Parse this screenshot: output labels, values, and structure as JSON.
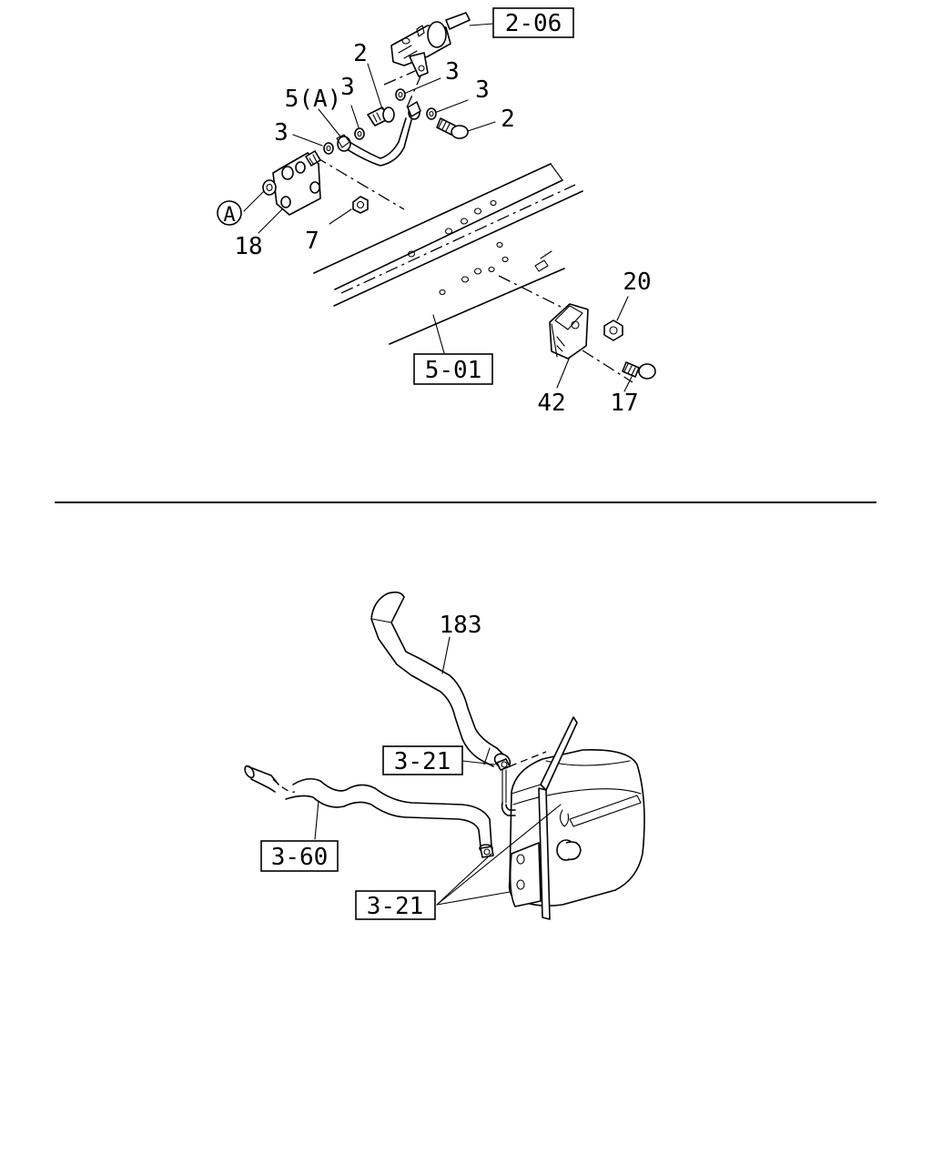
{
  "top_diagram": {
    "callouts": {
      "ref_2_06": "2-06",
      "ref_5_01": "5-01",
      "c_2_top": "2",
      "c_3_a": "3",
      "c_3_b": "3",
      "c_3_c": "3",
      "c_2_right": "2",
      "c_5a": "5(A)",
      "c_3_left": "3",
      "c_a_circle": "A",
      "c_18": "18",
      "c_7": "7",
      "c_20": "20",
      "c_42": "42",
      "c_17": "17"
    }
  },
  "bottom_diagram": {
    "callouts": {
      "c_183": "183",
      "ref_3_21_top": "3-21",
      "ref_3_60": "3-60",
      "ref_3_21_bottom": "3-21"
    }
  }
}
